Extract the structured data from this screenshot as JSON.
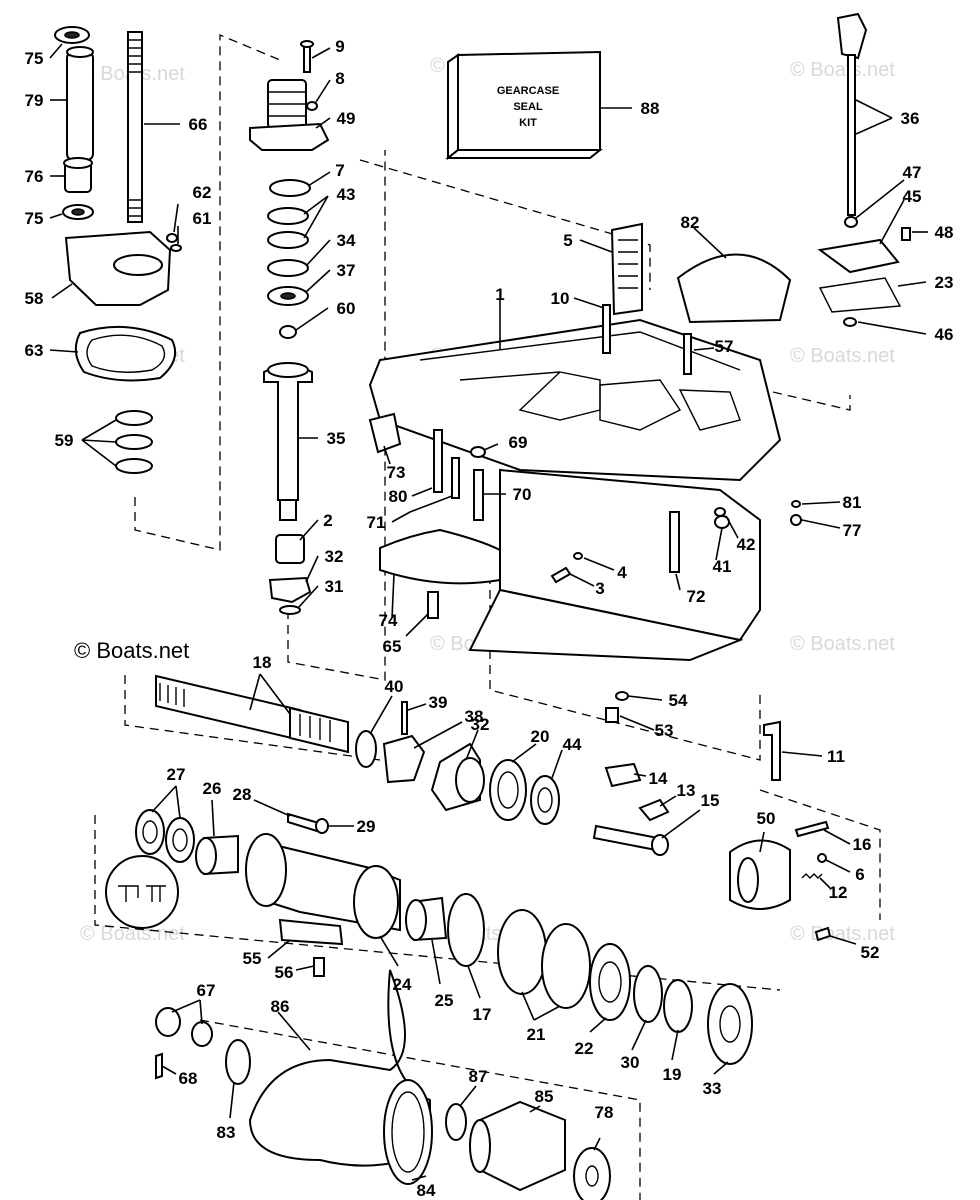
{
  "copyright": "© Boats.net",
  "watermark": "© Boats.net",
  "kit_label": {
    "line1": "GEARCASE",
    "line2": "SEAL",
    "line3": "KIT"
  },
  "callouts": {
    "c75a": "75",
    "c79": "79",
    "c66": "66",
    "c76": "76",
    "c75b": "75",
    "c62": "62",
    "c61": "61",
    "c58": "58",
    "c63": "63",
    "c59": "59",
    "c9": "9",
    "c8": "8",
    "c49": "49",
    "c7": "7",
    "c43": "43",
    "c34": "34",
    "c37": "37",
    "c60": "60",
    "c35": "35",
    "c2": "2",
    "c32a": "32",
    "c31": "31",
    "c88": "88",
    "c36": "36",
    "c47": "47",
    "c45": "45",
    "c48": "48",
    "c23": "23",
    "c46": "46",
    "c82": "82",
    "c5": "5",
    "c10": "10",
    "c1": "1",
    "c57": "57",
    "c73": "73",
    "c69": "69",
    "c80": "80",
    "c70": "70",
    "c71": "71",
    "c81": "81",
    "c77": "77",
    "c42": "42",
    "c41": "41",
    "c4": "4",
    "c3": "3",
    "c72": "72",
    "c74": "74",
    "c65": "65",
    "c18": "18",
    "c40": "40",
    "c39": "39",
    "c38": "38",
    "c32b": "32",
    "c20": "20",
    "c44": "44",
    "c54": "54",
    "c53": "53",
    "c11": "11",
    "c14": "14",
    "c13": "13",
    "c15": "15",
    "c50": "50",
    "c16": "16",
    "c6": "6",
    "c12": "12",
    "c52": "52",
    "c27": "27",
    "c26": "26",
    "c28": "28",
    "c29": "29",
    "c24": "24",
    "c25": "25",
    "c17": "17",
    "c21": "21",
    "c22": "22",
    "c30": "30",
    "c19": "19",
    "c33": "33",
    "c55": "55",
    "c56": "56",
    "c67": "67",
    "c68": "68",
    "c86": "86",
    "c83": "83",
    "c84": "84",
    "c87": "87",
    "c85": "85",
    "c78": "78"
  }
}
